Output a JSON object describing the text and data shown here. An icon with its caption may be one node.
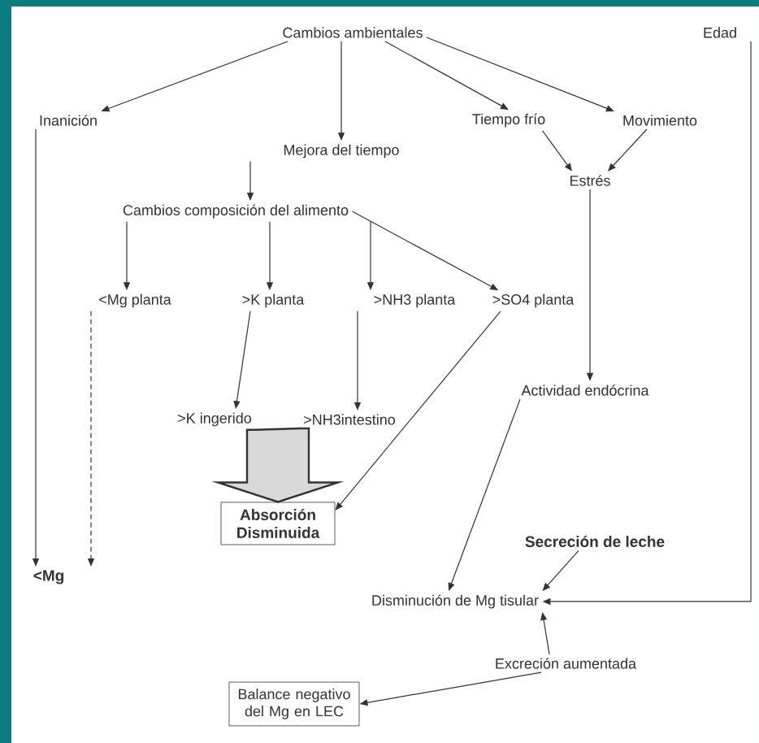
{
  "diagram": {
    "nodes": [
      {
        "text": [
          "Cambios ambientales"
        ]
      },
      {
        "text": [
          "Edad"
        ]
      },
      {
        "text": [
          "Inanición"
        ]
      },
      {
        "text": [
          "Tiempo frío"
        ]
      },
      {
        "text": [
          "Movimiento"
        ]
      },
      {
        "text": [
          "Mejora del tiempo"
        ]
      },
      {
        "text": [
          "Estrés"
        ]
      },
      {
        "text": [
          "Cambios composición del alimento"
        ]
      },
      {
        "text": [
          "<Mg planta"
        ]
      },
      {
        "text": [
          ">K planta"
        ]
      },
      {
        "text": [
          ">NH3 planta"
        ]
      },
      {
        "text": [
          ">SO4 planta"
        ]
      },
      {
        "text": [
          "Actividad endócrina"
        ]
      },
      {
        "text": [
          ">K ingerido"
        ]
      },
      {
        "text": [
          ">NH3intestino"
        ]
      },
      {
        "text": [
          "Absorción Disminuida"
        ]
      },
      {
        "text": [
          "<Mg"
        ]
      },
      {
        "text": [
          "Secreción de leche"
        ]
      },
      {
        "text": [
          "Disminución de Mg tisular"
        ]
      },
      {
        "text": [
          "Excreción aumentada"
        ]
      },
      {
        "text": [
          "Balance negativo del Mg en LEC"
        ]
      }
    ],
    "edges": [
      {
        "from": 0,
        "to": 2,
        "arrow": "to"
      },
      {
        "from": 0,
        "to": 5,
        "arrow": "to"
      },
      {
        "from": 0,
        "to": 3,
        "arrow": "to"
      },
      {
        "from": 0,
        "to": 4,
        "arrow": "to"
      },
      {
        "from": 3,
        "to": 6,
        "arrow": "to"
      },
      {
        "from": 4,
        "to": 6,
        "arrow": "to"
      },
      {
        "from": 5,
        "to": 7,
        "arrow": "to"
      },
      {
        "from": 7,
        "to": 8,
        "arrow": "to"
      },
      {
        "from": 7,
        "to": 9,
        "arrow": "to"
      },
      {
        "from": 7,
        "to": 10,
        "arrow": "to"
      },
      {
        "from": 7,
        "to": 11,
        "arrow": "to"
      },
      {
        "from": 2,
        "to": 16,
        "arrow": "to"
      },
      {
        "from": 8,
        "to": 16,
        "arrow": "to",
        "style": "dashed"
      },
      {
        "from": 9,
        "to": 13,
        "arrow": "to"
      },
      {
        "from": 10,
        "to": 14,
        "arrow": "to"
      },
      {
        "from": 13,
        "to": 15,
        "arrow": "to",
        "style": "thick"
      },
      {
        "from": 14,
        "to": 15,
        "arrow": "to",
        "style": "thick"
      },
      {
        "from": 11,
        "to": 15,
        "arrow": "to"
      },
      {
        "from": 12,
        "to": 18,
        "arrow": "to"
      },
      {
        "from": 17,
        "to": 18,
        "arrow": "to"
      },
      {
        "from": 1,
        "to": 18,
        "arrow": "to"
      },
      {
        "from": 19,
        "to": 18,
        "arrow": "to"
      },
      {
        "from": 19,
        "to": 20,
        "arrow": "to"
      },
      {
        "from": 6,
        "to": 12,
        "arrow": "to"
      }
    ]
  }
}
